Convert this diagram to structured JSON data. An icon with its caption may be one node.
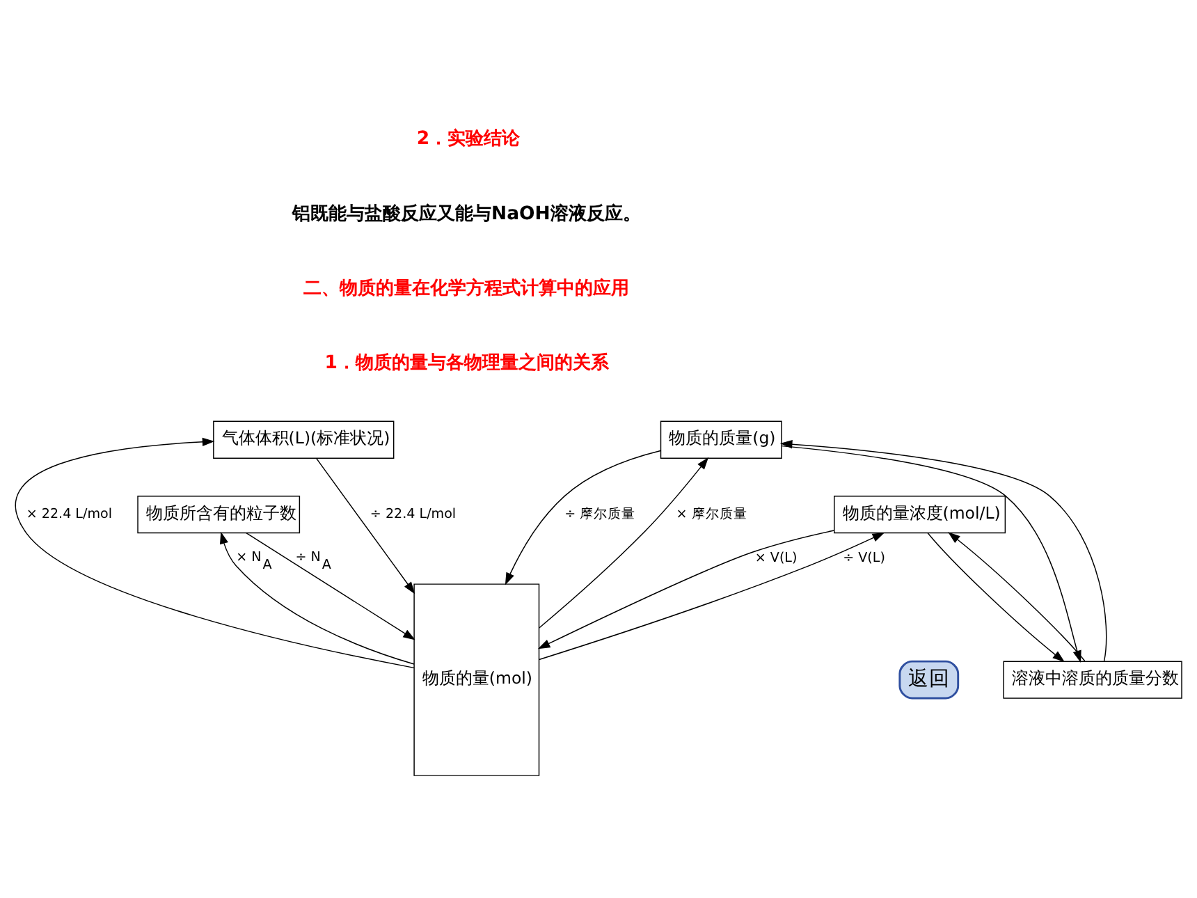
{
  "diagram": {
    "nodes": [
      {
        "text": [
          "气体体积(L)(标准状况)"
        ]
      },
      {
        "text": [
          "物质所含有的粒子数"
        ]
      },
      {
        "text": [
          "物质的量(mol)"
        ]
      },
      {
        "text": [
          "物质的质量(g)"
        ]
      },
      {
        "text": [
          "溶液中溶质的质量分数"
        ]
      },
      {
        "text": [
          "物质的量浓度(mol/L)"
        ]
      },
      {
        "text": [
          "返回"
        ]
      }
    ],
    "edges": [
      {
        "from": 0,
        "to": 2,
        "arrow": "to",
        "label": "÷ 22.4 L/mol"
      },
      {
        "from": 2,
        "to": 0,
        "arrow": "to",
        "label": "× 22.4 L/mol"
      },
      {
        "from": 1,
        "to": 2,
        "arrow": "to",
        "label": "÷ N$_{A}$"
      },
      {
        "from": 2,
        "to": 1,
        "arrow": "to",
        "label": "× N$_{A}$"
      },
      {
        "from": 2,
        "to": 3,
        "arrow": "to",
        "label": "× 摩尔质量"
      },
      {
        "from": 3,
        "to": 2,
        "arrow": "to",
        "label": "÷ 摩尔质量"
      },
      {
        "from": 3,
        "to": 4,
        "arrow": "to"
      },
      {
        "from": 4,
        "to": 3,
        "arrow": "to"
      },
      {
        "from": 4,
        "to": 5,
        "arrow": "to"
      },
      {
        "from": 5,
        "to": 4,
        "arrow": "to"
      },
      {
        "from": 2,
        "to": 5,
        "arrow": "to",
        "label": "÷ V(L)"
      },
      {
        "from": 5,
        "to": 2,
        "arrow": "to",
        "label": "× V(L)"
      }
    ],
    "labels": [
      "2．实验结论",
      "铝既能与盐酸反应又能与NaOH溶液反应。",
      "二、物质的量在化学方程式计算中的应用",
      "1．物质的量与各物理量之间的关系"
    ]
  }
}
